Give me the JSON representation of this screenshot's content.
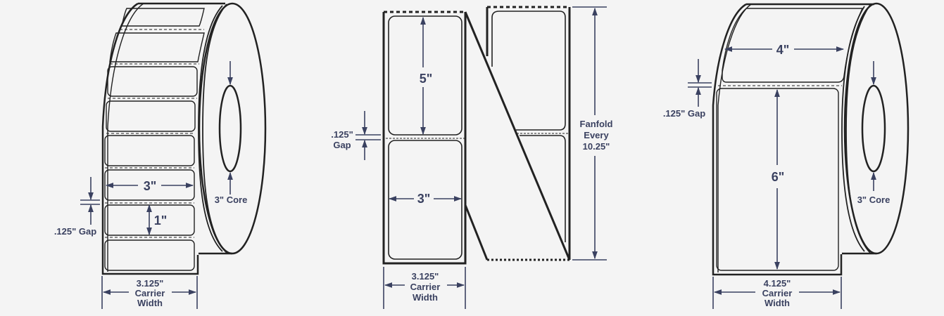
{
  "colors": {
    "background": "#f4f4f4",
    "outline": "#222222",
    "dimension": "#3a4160"
  },
  "diagrams": [
    {
      "id": "roll-3x1",
      "type": "label-roll",
      "label_width": "3\"",
      "label_height": "1\"",
      "gap": ".125\" Gap",
      "core": "3\" Core",
      "carrier_width_value": "3.125\"",
      "carrier_width_line1": "Carrier",
      "carrier_width_line2": "Width"
    },
    {
      "id": "fanfold-3x5",
      "type": "fanfold-stack",
      "label_width": "3\"",
      "label_height": "5\"",
      "gap_value": ".125\"",
      "gap_word": "Gap",
      "fanfold_line1": "Fanfold",
      "fanfold_line2": "Every",
      "fanfold_line3": "10.25\"",
      "carrier_width_value": "3.125\"",
      "carrier_width_line1": "Carrier",
      "carrier_width_line2": "Width"
    },
    {
      "id": "roll-4x6",
      "type": "label-roll",
      "label_width": "4\"",
      "label_height": "6\"",
      "gap": ".125\" Gap",
      "core": "3\" Core",
      "carrier_width_value": "4.125\"",
      "carrier_width_line1": "Carrier",
      "carrier_width_line2": "Width"
    }
  ]
}
